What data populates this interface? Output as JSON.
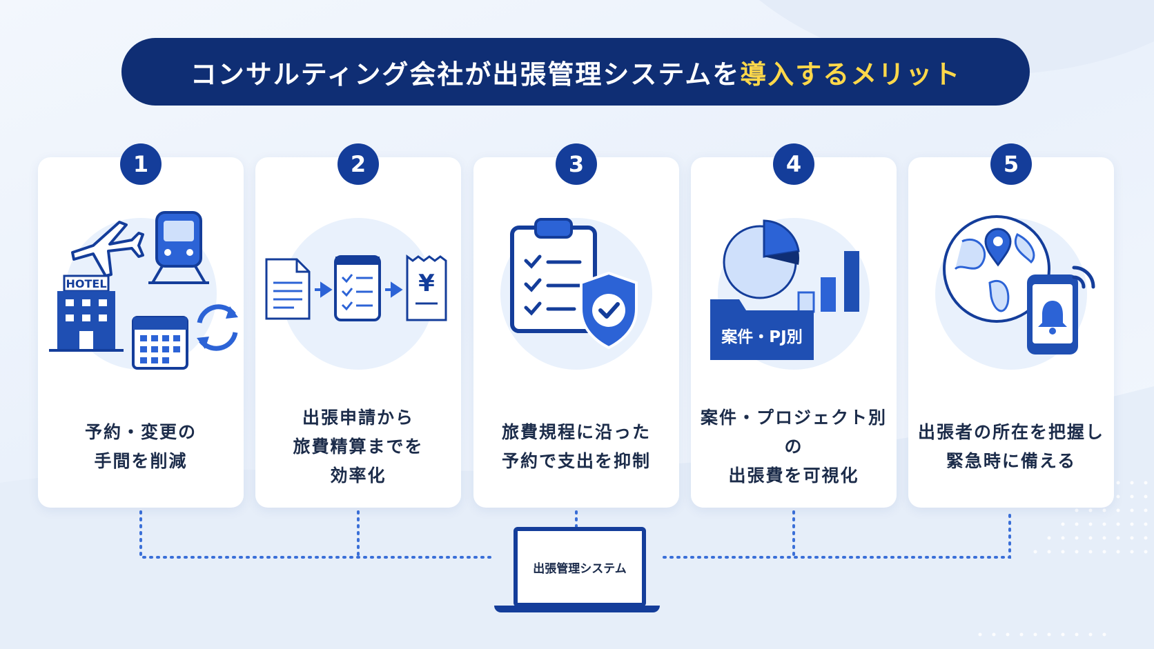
{
  "title": {
    "main": "コンサルティング会社が出張管理システムを",
    "highlight": "導入するメリット"
  },
  "colors": {
    "navy": "#0f2e74",
    "accent_blue": "#143d9a",
    "highlight_yellow": "#ffd84a"
  },
  "cards": [
    {
      "number": "1",
      "caption_line1": "予約・変更の",
      "caption_line2": "手間を削減",
      "caption_line3": "",
      "icons": [
        "airplane-icon",
        "train-icon",
        "hotel-icon",
        "calendar-icon",
        "refresh-icon"
      ],
      "hotel_sign": "HOTEL"
    },
    {
      "number": "2",
      "caption_line1": "出張申請から",
      "caption_line2": "旅費精算までを",
      "caption_line3": "効率化",
      "icons": [
        "document-icon",
        "arrow-right-icon",
        "checklist-icon",
        "arrow-right-icon",
        "yen-receipt-icon"
      ],
      "yen_symbol": "¥"
    },
    {
      "number": "3",
      "caption_line1": "旅費規程に沿った",
      "caption_line2": "予約で支出を抑制",
      "caption_line3": "",
      "icons": [
        "clipboard-checklist-icon",
        "shield-check-icon"
      ]
    },
    {
      "number": "4",
      "caption_line1": "案件・プロジェクト別の",
      "caption_line2": "出張費を可視化",
      "caption_line3": "",
      "icons": [
        "pie-chart-icon",
        "bar-chart-icon",
        "folder-icon"
      ],
      "folder_label": "案件・PJ別"
    },
    {
      "number": "5",
      "caption_line1": "出張者の所在を把握し",
      "caption_line2": "緊急時に備える",
      "caption_line3": "",
      "icons": [
        "globe-icon",
        "location-pin-icon",
        "smartphone-icon",
        "bell-icon",
        "signal-waves-icon"
      ]
    }
  ],
  "system": {
    "label": "出張管理システム",
    "icon": "laptop-icon"
  }
}
